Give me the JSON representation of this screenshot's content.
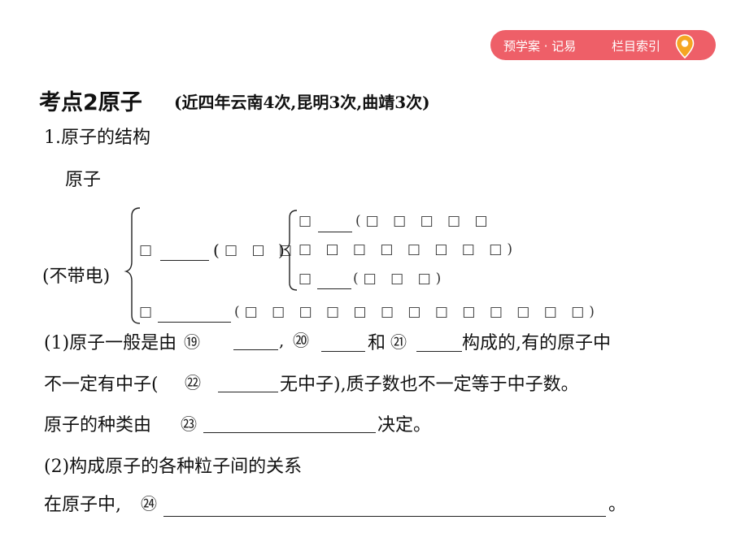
{
  "nav": {
    "preview_label": "预学案 · 记易",
    "index_label": "栏目索引"
  },
  "colors": {
    "pill": "#ee5f68",
    "pin": "#f5a623"
  },
  "heading": {
    "main": "考点2原子",
    "sub": "(近四年云南4次,昆明3次,曲靖3次)"
  },
  "section1": {
    "title": "1.原子的结构",
    "atom_label": "原子",
    "neutral_label": "(不带电)",
    "nucleus_box": "□",
    "nucleus_paren_open": "(",
    "nucleus_paren": "□ □ □",
    "nucleus_paren_close": ")",
    "proton_box": "□",
    "proton_paren_line1": "(□ □ □ □ □",
    "proton_paren_line2": "□ □ □ □ □ □ □ □)",
    "neutron_box": "□",
    "neutron_paren": "(□ □ □)",
    "electron_box": "□",
    "electron_paren": "(□ □ □ □ □ □ □ □ □ □ □ □ □)"
  },
  "para1": {
    "line1_a": "(1)原子一般是由",
    "n19": "⑲",
    "comma": ",",
    "n20": "⑳",
    "and": "和",
    "n21": "㉑",
    "line1_b": "构成的,有的原子中",
    "line2_a": "不一定有中子(",
    "n22": "㉒",
    "line2_b": "无中子),质子数也不一定等于中子数。",
    "line3_a": "原子的种类由",
    "n23": "㉓",
    "line3_b": "决定。"
  },
  "para2": {
    "title": "(2)构成原子的各种粒子间的关系",
    "line_a": "在原子中,",
    "n24": "㉔",
    "end": "。"
  }
}
